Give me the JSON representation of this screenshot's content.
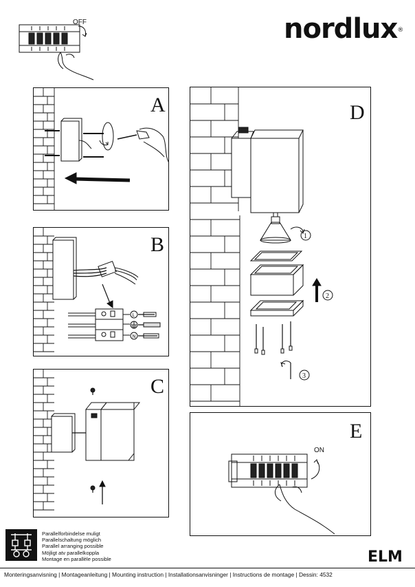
{
  "brand": {
    "name": "nordlux",
    "trademark": "®"
  },
  "top_switch": {
    "label": "OFF"
  },
  "panels": {
    "a": {
      "letter": "A"
    },
    "b": {
      "letter": "B",
      "terminal_labels": [
        "L",
        "N"
      ]
    },
    "c": {
      "letter": "C"
    },
    "d": {
      "letter": "D",
      "steps": [
        "1",
        "2",
        "3"
      ]
    },
    "e": {
      "letter": "E",
      "switch_label": "ON"
    }
  },
  "parallel_info": {
    "lines": [
      "Parallelforbindelse muligt",
      "Parallelschaltung möglich",
      "Parallel arranging possible",
      "Möjligt atv parallelkoppla",
      "Montage en parallèle possible"
    ]
  },
  "product": {
    "name": "ELM"
  },
  "footer": {
    "text": "Monteringsanvisning | Montageanleitung | Mounting instruction | Installationsanvisninger | Instructions de montage | Dessin: 4532"
  }
}
